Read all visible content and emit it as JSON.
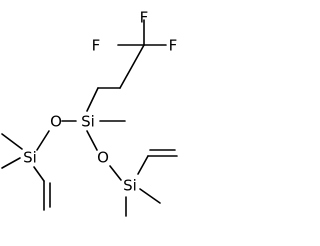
{
  "molecule": {
    "atoms": {
      "f_top": "F",
      "f_left": "F",
      "f_right": "F",
      "o_left": "O",
      "si_center": "Si",
      "o_right": "O",
      "si_left": "Si",
      "si_right": "Si"
    }
  }
}
